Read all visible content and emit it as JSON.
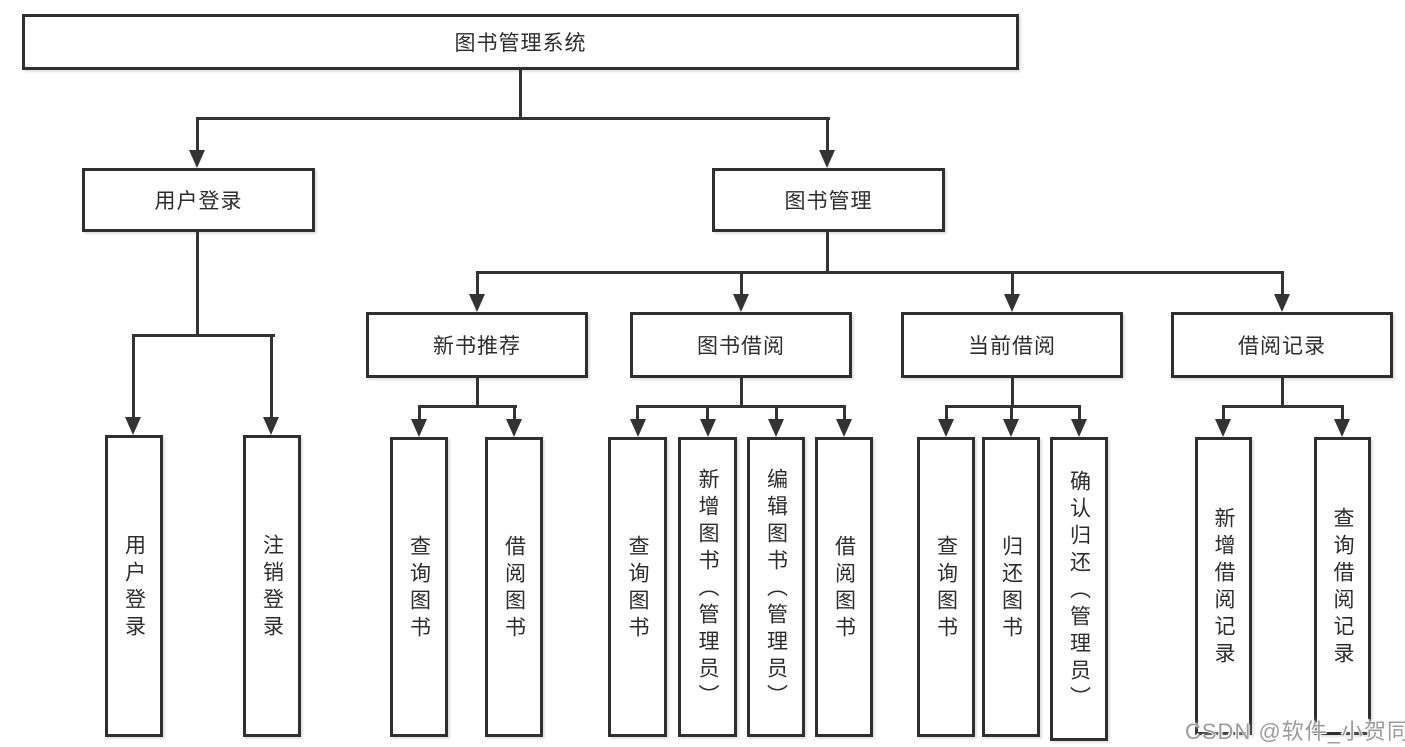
{
  "diagram": {
    "root_label": "图书管理系统",
    "level2": {
      "user_login": "用户登录",
      "book_management": "图书管理"
    },
    "level3": {
      "new_book_recommend": "新书推荐",
      "book_borrow": "图书借阅",
      "current_borrow": "当前借阅",
      "borrow_records": "借阅记录"
    },
    "leaves": {
      "user_login_children": [
        "用户登录",
        "注销登录"
      ],
      "new_book_recommend_children": [
        "查询图书",
        "借阅图书"
      ],
      "book_borrow_children": [
        "查询图书",
        "新增图书（管理员）",
        "编辑图书（管理员）",
        "借阅图书"
      ],
      "current_borrow_children": [
        "查询图书",
        "归还图书",
        "确认归还（管理员）"
      ],
      "borrow_records_children": [
        "新增借阅记录",
        "查询借阅记录"
      ]
    }
  },
  "watermark": {
    "text": "CSDN @软件_小贺同学"
  },
  "colors": {
    "line": "#333333",
    "border": "#2f2f2f",
    "text": "#2d2d2d",
    "watermark_text": "#9c9c9c",
    "background": "#ffffff"
  }
}
